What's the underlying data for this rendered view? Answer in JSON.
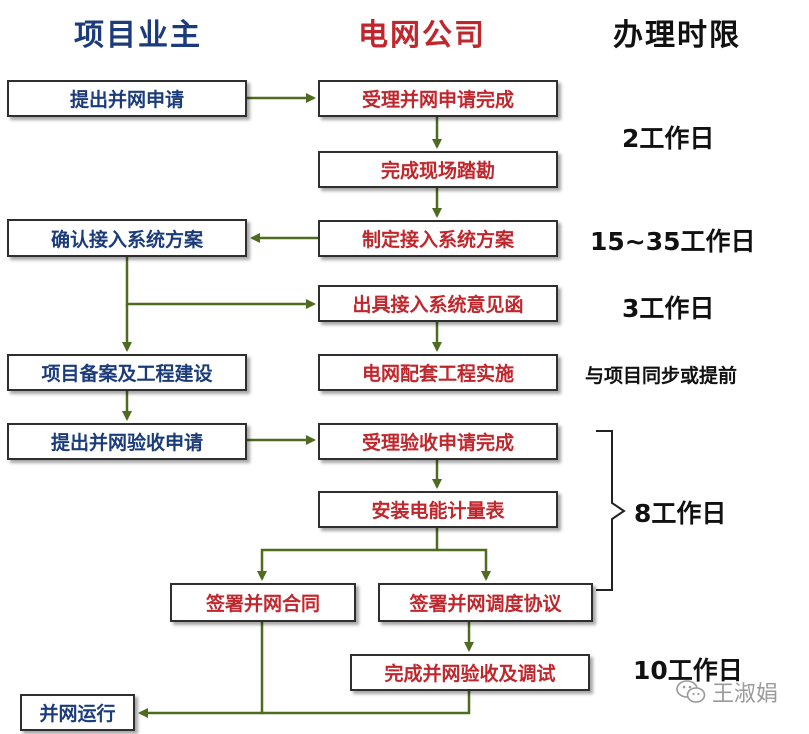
{
  "headers": {
    "owner": "项目业主",
    "grid": "电网公司",
    "time": "办理时限"
  },
  "owner_steps": {
    "apply": "提出并网申请",
    "confirm_plan": "确认接入系统方案",
    "filing_build": "项目备案及工程建设",
    "acceptance_apply": "提出并网验收申请",
    "sign_contract": "签署并网合同",
    "operation": "并网运行"
  },
  "grid_steps": {
    "accept_apply": "受理并网申请完成",
    "site_survey": "完成现场踏勘",
    "make_plan": "制定接入系统方案",
    "issue_opinion": "出具接入系统意见函",
    "supporting_works": "电网配套工程实施",
    "accept_acceptance": "受理验收申请完成",
    "install_meter": "安装电能计量表",
    "sign_dispatch": "签署并网调度协议",
    "finish_acceptance": "完成并网验收及调试"
  },
  "time_limits": {
    "t1": "2工作日",
    "t2": "15~35工作日",
    "t3": "3工作日",
    "t4": "与项目同步或提前",
    "t5": "8工作日",
    "t6": "10工作日"
  },
  "watermark": {
    "text": "王淑娟",
    "icon": "wechat-icon"
  },
  "colors": {
    "owner_text": "#1b3b7a",
    "grid_text": "#c0272d",
    "arrow": "#4e6b1f",
    "border": "#2f2f2f"
  }
}
